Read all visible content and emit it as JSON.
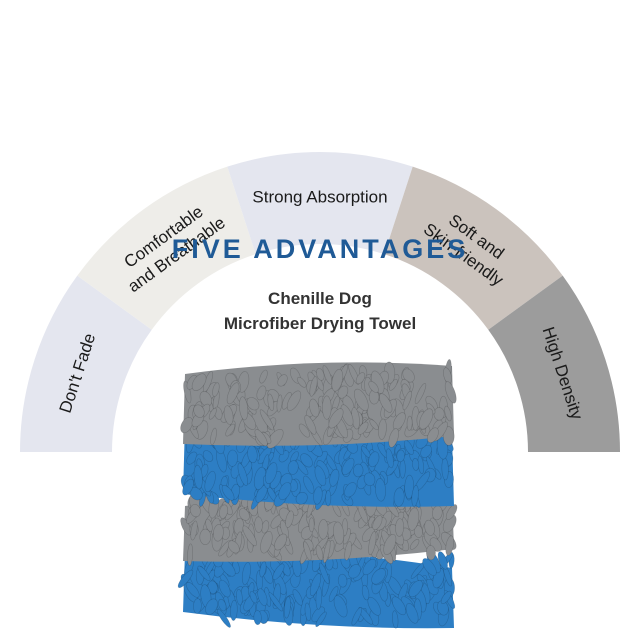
{
  "headline": "FIVE ADVANTAGES",
  "product": {
    "line1": "Chenille Dog",
    "line2": "Microfiber Drying Towel"
  },
  "advantages": [
    {
      "lines": [
        "Don't Fade"
      ],
      "color": "#e4e6ef",
      "text_color": "#1a1a1a"
    },
    {
      "lines": [
        "Comfortable",
        "and Breathable"
      ],
      "color": "#eeede9",
      "text_color": "#1a1a1a"
    },
    {
      "lines": [
        "Strong Absorption"
      ],
      "color": "#e4e6ef",
      "text_color": "#1a1a1a"
    },
    {
      "lines": [
        "Soft and",
        "Skin-friendly"
      ],
      "color": "#cbc3bd",
      "text_color": "#1a1a1a"
    },
    {
      "lines": [
        "High Density"
      ],
      "color": "#9c9c9c",
      "text_color": "#1a1a1a"
    }
  ],
  "towel_colors": {
    "gray": "#8a8d90",
    "blue": "#2d7ec4"
  }
}
